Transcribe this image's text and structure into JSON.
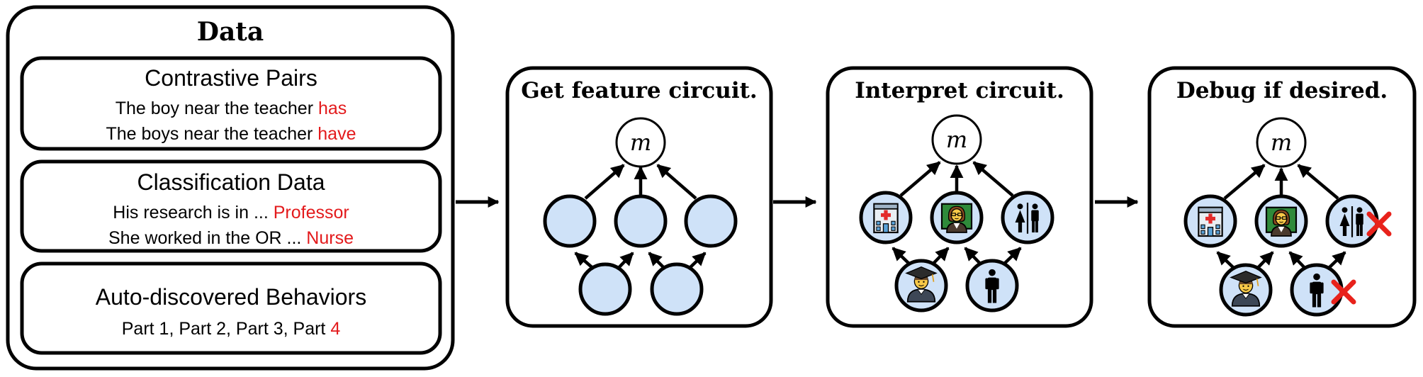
{
  "data_panel": {
    "title": "Data",
    "contrastive": {
      "title": "Contrastive Pairs",
      "line1_prefix": "The boy near the teacher ",
      "line1_highlight": "has",
      "line2_prefix": "The boys near the teacher ",
      "line2_highlight": "have"
    },
    "classification": {
      "title": "Classification Data",
      "line1_prefix": "His research is in ... ",
      "line1_highlight": "Professor",
      "line2_prefix": "She worked in the OR ... ",
      "line2_highlight": "Nurse"
    },
    "auto": {
      "title": "Auto-discovered Behaviors",
      "line1_prefix": "Part 1, Part 2, Part 3, Part ",
      "line1_highlight": "4"
    }
  },
  "stages": [
    {
      "title": "Get feature circuit.",
      "output_label": "m"
    },
    {
      "title": "Interpret circuit.",
      "output_label": "m"
    },
    {
      "title": "Debug if desired.",
      "output_label": "m"
    }
  ],
  "icons": {
    "top": [
      "hospital-icon",
      "teacher-icon",
      "restroom-icon"
    ],
    "bottom": [
      "graduate-icon",
      "man-icon"
    ],
    "removed": [
      "cross-mark-icon"
    ]
  },
  "colors": {
    "highlight": "#e31a1c",
    "node_fill": "#cfe2f8",
    "stroke": "#000000",
    "cross": "#e8221b"
  }
}
